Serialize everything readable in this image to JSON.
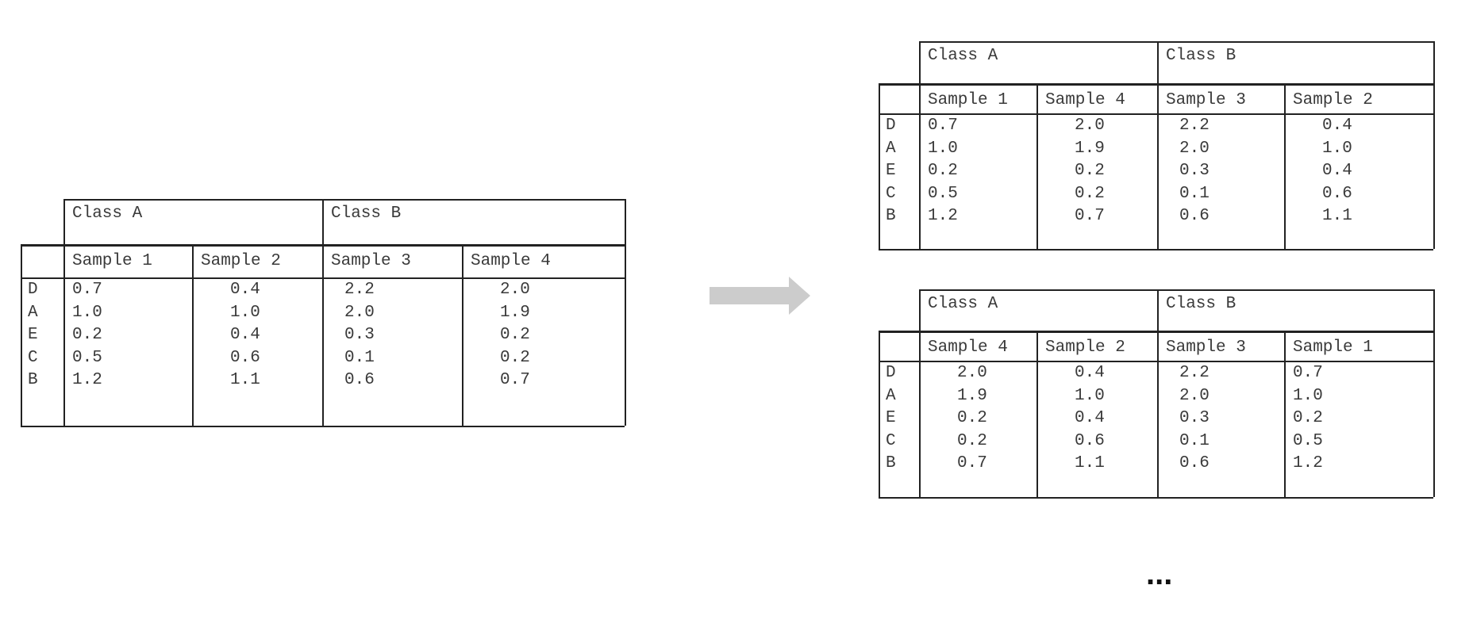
{
  "tables": [
    {
      "name": "original-table",
      "classes": [
        "Class A",
        "Class B"
      ],
      "samples": [
        "Sample 1",
        "Sample 2",
        "Sample 3",
        "Sample 4"
      ],
      "row_labels": [
        "D",
        "A",
        "E",
        "C",
        "B"
      ],
      "values": [
        [
          "0.7",
          "0.4",
          "2.2",
          "2.0"
        ],
        [
          "1.0",
          "1.0",
          "2.0",
          "1.9"
        ],
        [
          "0.2",
          "0.4",
          "0.3",
          "0.2"
        ],
        [
          "0.5",
          "0.6",
          "0.1",
          "0.2"
        ],
        [
          "1.2",
          "1.1",
          "0.6",
          "0.7"
        ]
      ]
    },
    {
      "name": "permuted-table-1",
      "classes": [
        "Class A",
        "Class B"
      ],
      "samples": [
        "Sample 1",
        "Sample 4",
        "Sample 3",
        "Sample 2"
      ],
      "row_labels": [
        "D",
        "A",
        "E",
        "C",
        "B"
      ],
      "values": [
        [
          "0.7",
          "2.0",
          "2.2",
          "0.4"
        ],
        [
          "1.0",
          "1.9",
          "2.0",
          "1.0"
        ],
        [
          "0.2",
          "0.2",
          "0.3",
          "0.4"
        ],
        [
          "0.5",
          "0.2",
          "0.1",
          "0.6"
        ],
        [
          "1.2",
          "0.7",
          "0.6",
          "1.1"
        ]
      ]
    },
    {
      "name": "permuted-table-2",
      "classes": [
        "Class A",
        "Class B"
      ],
      "samples": [
        "Sample 4",
        "Sample 2",
        "Sample 3",
        "Sample 1"
      ],
      "row_labels": [
        "D",
        "A",
        "E",
        "C",
        "B"
      ],
      "values": [
        [
          "2.0",
          "0.4",
          "2.2",
          "0.7"
        ],
        [
          "1.9",
          "1.0",
          "2.0",
          "1.0"
        ],
        [
          "0.2",
          "0.4",
          "0.3",
          "0.2"
        ],
        [
          "0.2",
          "0.6",
          "0.1",
          "0.5"
        ],
        [
          "0.7",
          "1.1",
          "0.6",
          "1.2"
        ]
      ]
    }
  ],
  "ellipsis": "...",
  "colors": {
    "arrow": "#cccccc",
    "lines": "#222222"
  }
}
